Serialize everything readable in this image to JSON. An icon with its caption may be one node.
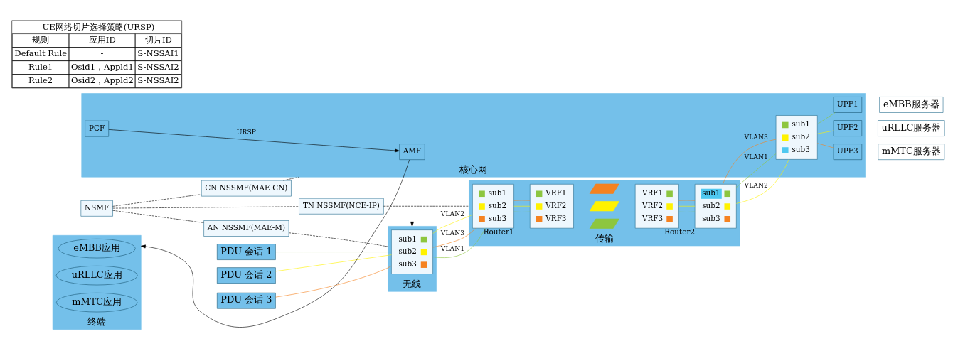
{
  "diagram": {
    "nodes": [
      {
        "text": [
          "NSMF"
        ]
      },
      {
        "text": [
          "AN NSSMF(MAE-M)"
        ]
      },
      {
        "text": [
          "TN NSSMF(NCE-IP)"
        ]
      },
      {
        "text": [
          "CN NSSMF(MAE-CN)"
        ]
      },
      {
        "text": [
          "终端"
        ]
      },
      {
        "text": [
          "eMBB应用"
        ],
        "in": 4
      },
      {
        "text": [
          "uRLLC应用"
        ],
        "in": 4
      },
      {
        "text": [
          "mMTC应用"
        ],
        "in": 4
      },
      {
        "text": [
          "无线"
        ]
      },
      {
        "text": [
          "PDU 会话 1"
        ]
      },
      {
        "text": [
          "PDU 会话 2"
        ]
      },
      {
        "text": [
          "PDU 会话 3"
        ]
      },
      {
        "text": [
          "sub1",
          "sub2",
          "sub3"
        ],
        "in": 8
      },
      {
        "text": [
          "传输"
        ]
      },
      {
        "text": [
          "sub1",
          "sub2",
          "sub3"
        ],
        "in": 13,
        "beside": [
          "Router1"
        ]
      },
      {
        "text": [
          "VRF1",
          "VRF2",
          "VRF3"
        ],
        "in": 13
      },
      {
        "text": [],
        "shape": "parallelogram",
        "in": 13
      },
      {
        "text": [],
        "shape": "parallelogram",
        "in": 13
      },
      {
        "text": [],
        "shape": "parallelogram",
        "in": 13
      },
      {
        "text": [
          "VRF1",
          "VRF2",
          "VRF3"
        ],
        "in": 13
      },
      {
        "text": [
          "sub1",
          "sub2",
          "sub3"
        ],
        "in": 13,
        "beside": [
          "Router2"
        ]
      },
      {
        "text": [
          "核心网"
        ]
      },
      {
        "text": [
          "AMF"
        ],
        "in": 21
      },
      {
        "text": [
          "PCF"
        ],
        "in": 21
      },
      {
        "text": [
          "sub1",
          "sub2",
          "sub3"
        ],
        "in": 21
      },
      {
        "text": [
          "UPF1"
        ],
        "in": 21
      },
      {
        "text": [
          "UPF2"
        ],
        "in": 21
      },
      {
        "text": [
          "UPF3"
        ],
        "in": 21
      },
      {
        "text": [
          "eMBB服务器"
        ]
      },
      {
        "text": [
          "uRLLC服务器"
        ]
      },
      {
        "text": [
          "mMTC服务器"
        ]
      }
    ],
    "edges": [
      {
        "from": 0,
        "to": 1,
        "arrow": "none",
        "style": "dashed"
      },
      {
        "from": 0,
        "to": 2,
        "arrow": "none",
        "style": "dashed"
      },
      {
        "from": 0,
        "to": 3,
        "arrow": "none",
        "style": "dashed"
      },
      {
        "from": 1,
        "to": 8,
        "arrow": "none",
        "style": "dashed"
      },
      {
        "from": 2,
        "to": 13,
        "arrow": "none",
        "style": "dashed"
      },
      {
        "from": 3,
        "to": 21,
        "arrow": "none",
        "style": "dashed"
      },
      {
        "from": 22,
        "to": 4,
        "arrow": "to"
      },
      {
        "from": 22,
        "to": 8,
        "arrow": "to"
      },
      {
        "from": 23,
        "to": 22,
        "arrow": "to",
        "label": "URSP"
      },
      {
        "from": 9,
        "to": 12,
        "arrow": "none",
        "color": "#8dc63f"
      },
      {
        "from": 10,
        "to": 12,
        "arrow": "none",
        "color": "#fff200"
      },
      {
        "from": 11,
        "to": 12,
        "arrow": "none",
        "color": "#f58220"
      },
      {
        "from": 12,
        "to": 14,
        "arrow": "none",
        "color": "#8dc63f",
        "label": "VLAN1"
      },
      {
        "from": 12,
        "to": 14,
        "arrow": "none",
        "color": "#fff200",
        "label": "VLAN2"
      },
      {
        "from": 12,
        "to": 14,
        "arrow": "none",
        "color": "#f58220",
        "label": "VLAN3"
      },
      {
        "from": 14,
        "to": 15,
        "arrow": "none",
        "color": "#8dc63f"
      },
      {
        "from": 14,
        "to": 15,
        "arrow": "none",
        "color": "#fff200"
      },
      {
        "from": 14,
        "to": 15,
        "arrow": "none",
        "color": "#f58220"
      },
      {
        "from": 19,
        "to": 20,
        "arrow": "none",
        "color": "#8dc63f"
      },
      {
        "from": 19,
        "to": 20,
        "arrow": "none",
        "color": "#fff200"
      },
      {
        "from": 19,
        "to": 20,
        "arrow": "none",
        "color": "#f58220"
      },
      {
        "from": 20,
        "to": 24,
        "arrow": "none",
        "color": "#8dc63f",
        "label": "VLAN1"
      },
      {
        "from": 20,
        "to": 24,
        "arrow": "none",
        "color": "#fff200",
        "label": "VLAN2"
      },
      {
        "from": 20,
        "to": 24,
        "arrow": "none",
        "color": "#f58220",
        "label": "VLAN3"
      },
      {
        "from": 24,
        "to": 25,
        "arrow": "none",
        "color": "#8dc63f"
      },
      {
        "from": 24,
        "to": 26,
        "arrow": "none",
        "color": "#fff200"
      },
      {
        "from": 24,
        "to": 27,
        "arrow": "none",
        "color": "#f58220"
      }
    ],
    "labels": [
      "UE网络切片选择策略(URSP)",
      "规则",
      "应用ID",
      "切片ID",
      "Default Rule",
      "-",
      "S-NSSAI1",
      "Rule1",
      "Osid1，Appld1",
      "S-NSSAI2",
      "Rule2",
      "Osid2，Appld2",
      "S-NSSAI2"
    ]
  }
}
